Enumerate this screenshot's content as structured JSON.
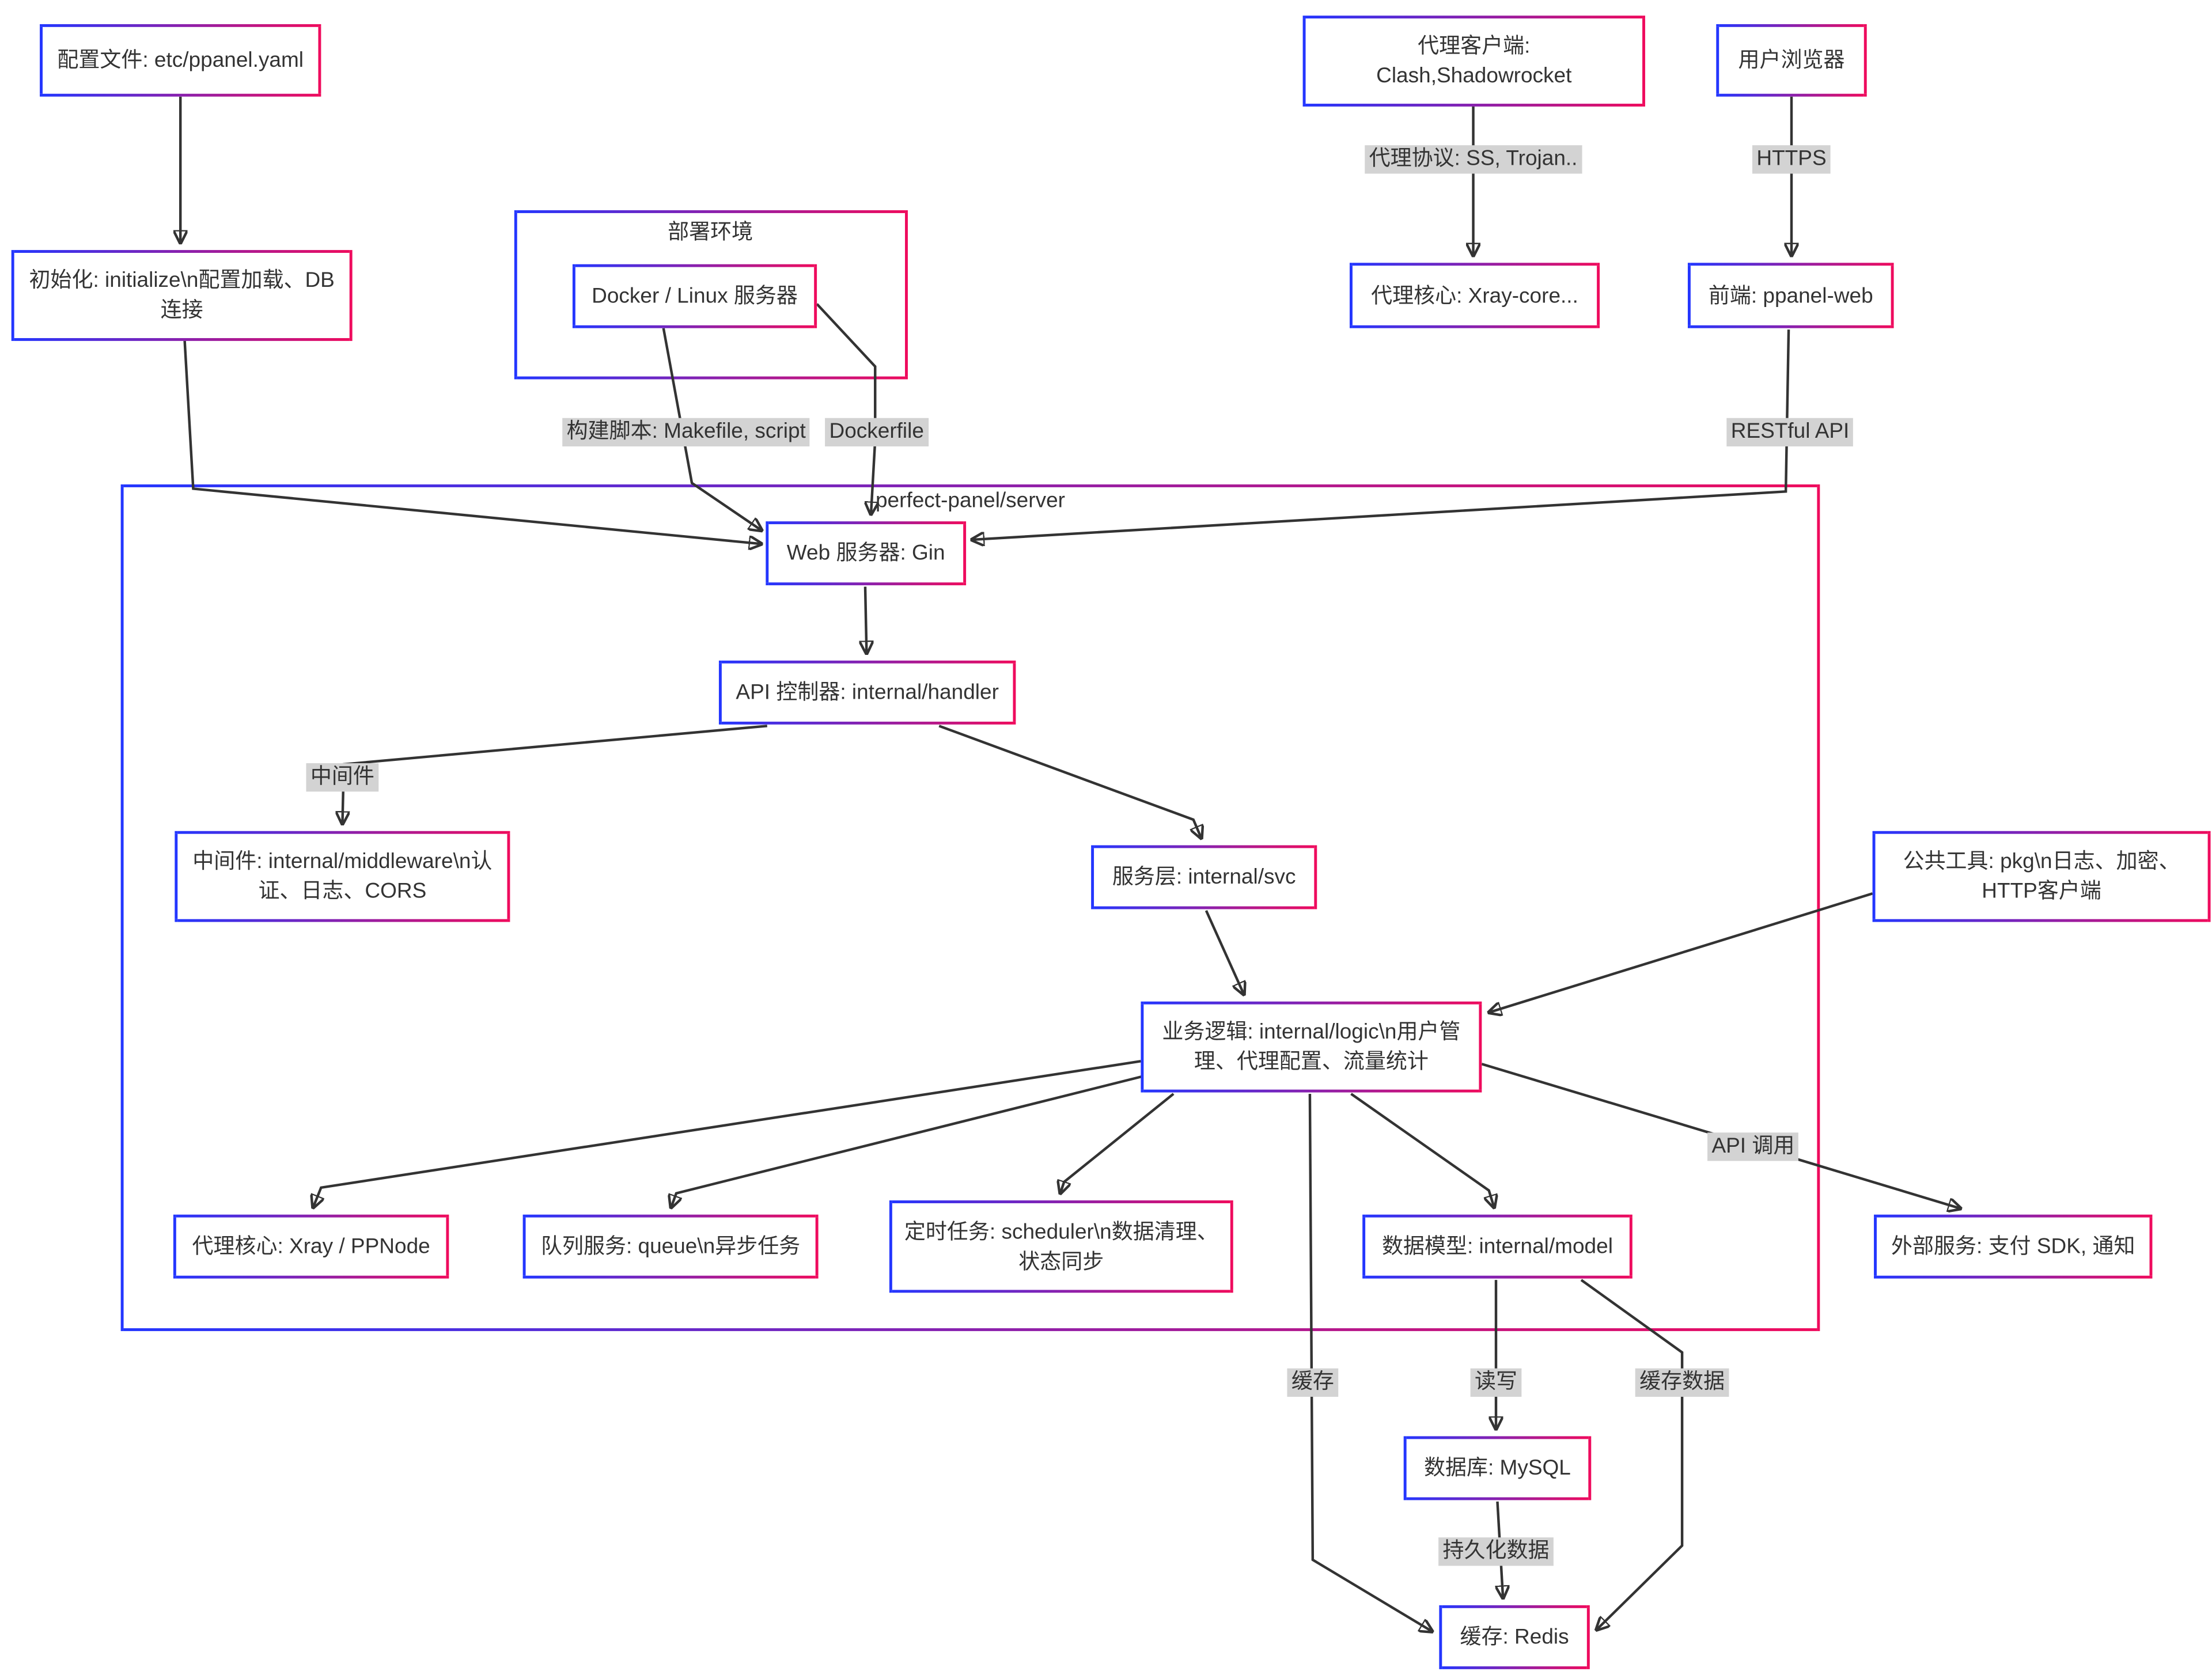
{
  "diagram": {
    "containers": {
      "deploy": {
        "label": "部署环境"
      },
      "server": {
        "label": "perfect-panel/server"
      }
    },
    "nodes": {
      "config": {
        "label": "配置文件: etc/ppanel.yaml"
      },
      "init": {
        "label": "初始化: initialize\\n配置加载、DB连接"
      },
      "docker": {
        "label": "Docker / Linux 服务器"
      },
      "proxy_client": {
        "label": "代理客户端:\nClash,Shadowrocket"
      },
      "browser": {
        "label": "用户浏览器"
      },
      "xray_core": {
        "label": "代理核心: Xray-core..."
      },
      "frontend": {
        "label": "前端: ppanel-web"
      },
      "gin": {
        "label": "Web 服务器: Gin"
      },
      "handler": {
        "label": "API 控制器: internal/handler"
      },
      "middleware": {
        "label": "中间件: internal/middleware\\n认证、日志、CORS"
      },
      "svc": {
        "label": "服务层: internal/svc"
      },
      "logic": {
        "label": "业务逻辑: internal/logic\\n用户管理、代理配置、流量统计"
      },
      "xray_ppnode": {
        "label": "代理核心: Xray / PPNode"
      },
      "queue": {
        "label": "队列服务: queue\\n异步任务"
      },
      "scheduler": {
        "label": "定时任务: scheduler\\n数据清理、状态同步"
      },
      "model": {
        "label": "数据模型: internal/model"
      },
      "pkg": {
        "label": "公共工具: pkg\\n日志、加密、HTTP客户端"
      },
      "external": {
        "label": "外部服务: 支付 SDK, 通知"
      },
      "mysql": {
        "label": "数据库: MySQL"
      },
      "redis": {
        "label": "缓存: Redis"
      }
    },
    "edge_labels": {
      "proxy_protocol": {
        "text": "代理协议: SS, Trojan.."
      },
      "https": {
        "text": "HTTPS"
      },
      "build_script": {
        "text": "构建脚本: Makefile, script"
      },
      "dockerfile": {
        "text": "Dockerfile"
      },
      "restful_api": {
        "text": "RESTful API"
      },
      "middleware_lbl": {
        "text": "中间件"
      },
      "api_call": {
        "text": "API 调用"
      },
      "cache": {
        "text": "缓存"
      },
      "read_write": {
        "text": "读写"
      },
      "cache_data": {
        "text": "缓存数据"
      },
      "persist": {
        "text": "持久化数据"
      }
    },
    "colors": {
      "border_gradient_start": "#2336ff",
      "border_gradient_end": "#ef0b5d",
      "edge_label_bg": "#d3d3d3",
      "edge_color": "#333333",
      "text_color": "#333333",
      "background": "#ffffff"
    }
  }
}
